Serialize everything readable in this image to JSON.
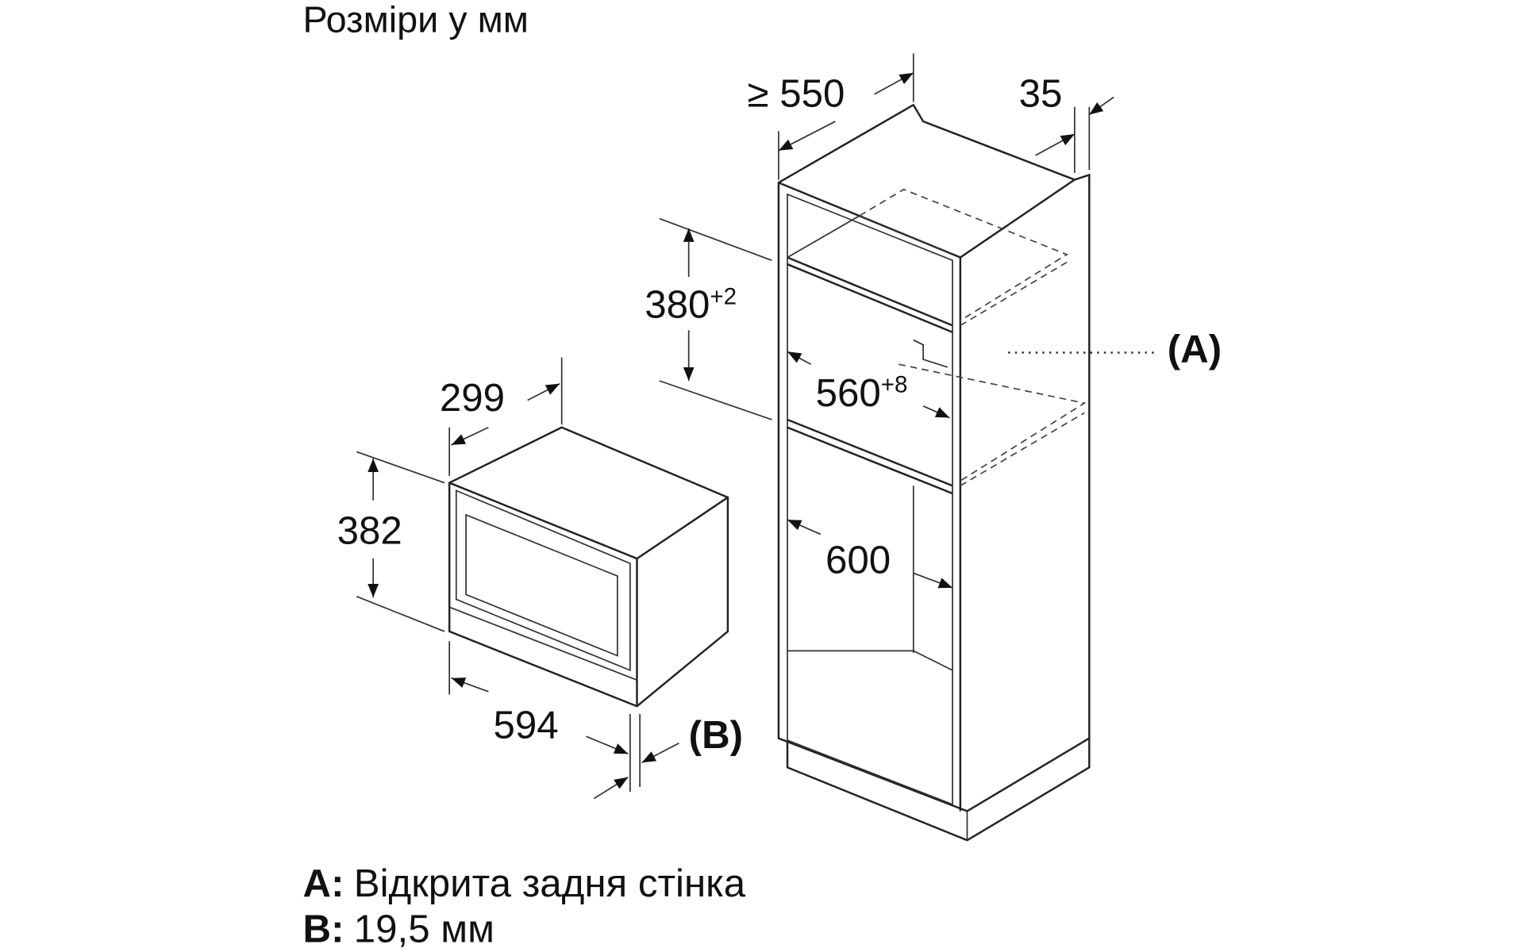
{
  "title": "Розміри у мм",
  "dimensions": {
    "depth_min": "≥ 550",
    "back_gap": "35",
    "niche_height": "380",
    "niche_height_tol": "+2",
    "niche_width": "560",
    "niche_width_tol": "+8",
    "cabinet_width": "600",
    "appliance_depth": "299",
    "appliance_height": "382",
    "appliance_width": "594",
    "marker_a": "(A)",
    "marker_b": "(B)"
  },
  "legend": [
    {
      "key": "A:",
      "text": "Відкрита задня стінка"
    },
    {
      "key": "B:",
      "text": "19,5 мм"
    }
  ]
}
